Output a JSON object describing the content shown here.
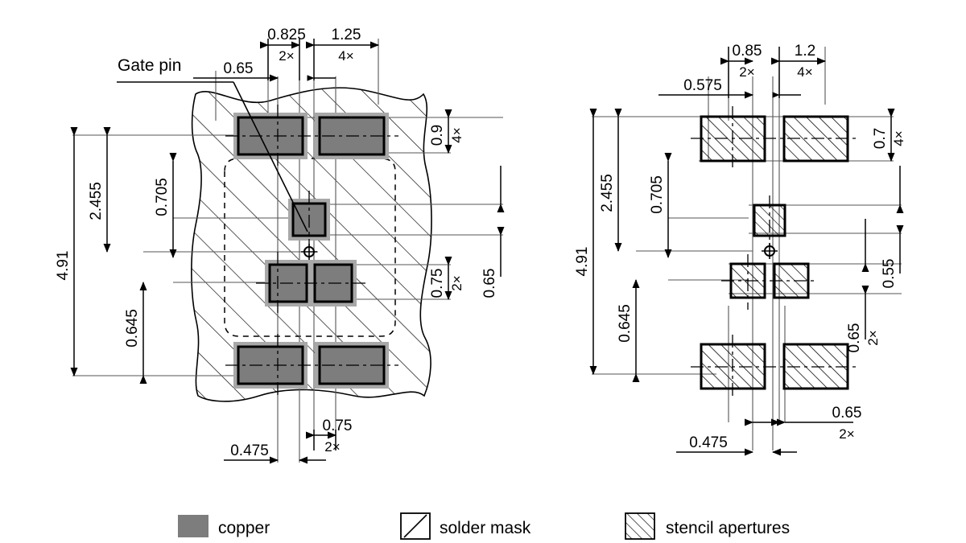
{
  "drawing": {
    "title_annotations": [
      {
        "id": "gate-pin",
        "text": "Gate pin"
      }
    ],
    "colors": {
      "copper_fill": "#7d7d7d",
      "copper_halo": "#a8a8a8",
      "line": "#000000",
      "thin_line": "#555555",
      "background": "#ffffff"
    }
  },
  "left_view": {
    "name": "copper-and-solder-mask-view",
    "dimensions": {
      "top": [
        {
          "value": "0.65",
          "multiplier": ""
        },
        {
          "value": "0.825",
          "multiplier": "2×"
        },
        {
          "value": "1.25",
          "multiplier": "4×"
        }
      ],
      "left": [
        {
          "value": "4.91",
          "multiplier": ""
        },
        {
          "value": "2.455",
          "multiplier": ""
        },
        {
          "value": "0.705",
          "multiplier": ""
        },
        {
          "value": "0.645",
          "multiplier": ""
        }
      ],
      "right": [
        {
          "value": "0.9",
          "multiplier": "4×"
        },
        {
          "value": "0.75",
          "multiplier": "2×"
        },
        {
          "value": "0.65",
          "multiplier": ""
        }
      ],
      "bottom": [
        {
          "value": "0.475",
          "multiplier": ""
        },
        {
          "value": "0.75",
          "multiplier": "2×"
        }
      ]
    }
  },
  "right_view": {
    "name": "stencil-aperture-view",
    "dimensions": {
      "top": [
        {
          "value": "0.575",
          "multiplier": ""
        },
        {
          "value": "0.85",
          "multiplier": "2×"
        },
        {
          "value": "1.2",
          "multiplier": "4×"
        }
      ],
      "left": [
        {
          "value": "4.91",
          "multiplier": ""
        },
        {
          "value": "2.455",
          "multiplier": ""
        },
        {
          "value": "0.705",
          "multiplier": ""
        },
        {
          "value": "0.645",
          "multiplier": ""
        }
      ],
      "right": [
        {
          "value": "0.7",
          "multiplier": "4×"
        },
        {
          "value": "0.55",
          "multiplier": ""
        },
        {
          "value": "0.65",
          "multiplier": "2×"
        }
      ],
      "bottom": [
        {
          "value": "0.475",
          "multiplier": ""
        },
        {
          "value": "0.65",
          "multiplier": "2×"
        }
      ]
    }
  },
  "legend": {
    "items": [
      {
        "swatch": "copper-swatch",
        "label": "copper"
      },
      {
        "swatch": "solder-mask-swatch",
        "label": "solder mask"
      },
      {
        "swatch": "stencil-apertures-swatch",
        "label": "stencil apertures"
      }
    ]
  }
}
